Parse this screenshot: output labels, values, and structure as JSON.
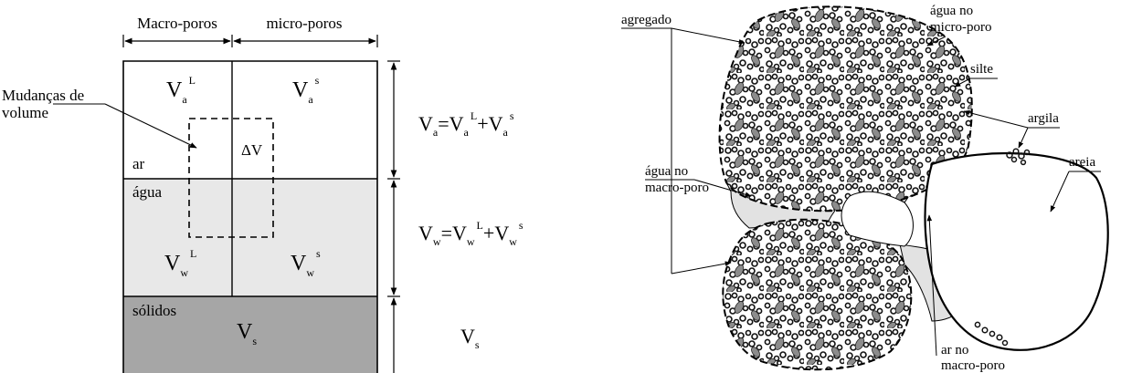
{
  "phase_diagram": {
    "headers": {
      "macro": "Macro-poros",
      "micro": "micro-poros"
    },
    "volume_change": {
      "line1": "Mudanças de",
      "line2": "volume",
      "delta": "ΔV"
    },
    "phases": {
      "air": "ar",
      "water": "água",
      "solids": "sólidos"
    },
    "cells": {
      "air_macro": {
        "base": "V",
        "sub": "a",
        "sup": "L"
      },
      "air_micro": {
        "base": "V",
        "sub": "a",
        "sup": "s"
      },
      "water_macro": {
        "base": "V",
        "sub": "w",
        "sup": "L"
      },
      "water_micro": {
        "base": "V",
        "sub": "w",
        "sup": "s"
      },
      "solids": {
        "base": "V",
        "sub": "s"
      }
    },
    "equations": {
      "air": {
        "lhs": "V",
        "lhs_sub": "a",
        "eq": "=",
        "t1": "V",
        "t1_sub": "a",
        "t1_sup": "L",
        "plus": "+",
        "t2": "V",
        "t2_sub": "a",
        "t2_sup": "s"
      },
      "water": {
        "lhs": "V",
        "lhs_sub": "w",
        "eq": "=",
        "t1": "V",
        "t1_sub": "w",
        "t1_sup": "L",
        "plus": "+",
        "t2": "V",
        "t2_sub": "w",
        "t2_sup": "s"
      },
      "solids": {
        "lhs": "V",
        "lhs_sub": "s"
      }
    },
    "colors": {
      "water_fill": "#e8e8e8",
      "solids_fill": "#a6a6a6",
      "air_fill": "#ffffff"
    }
  },
  "soil_structure": {
    "labels": {
      "aggregate": "agregado",
      "micro_water_1": "água no",
      "micro_water_2": "micro-poro",
      "silt": "silte",
      "clay": "argila",
      "macro_water_1": "água no",
      "macro_water_2": "macro-poro",
      "sand": "areia",
      "macro_air_1": "ar no",
      "macro_air_2": "macro-poro"
    },
    "colors": {
      "pore_water": "#e2e2e2",
      "silt_grain": "#8c8c8c"
    }
  }
}
